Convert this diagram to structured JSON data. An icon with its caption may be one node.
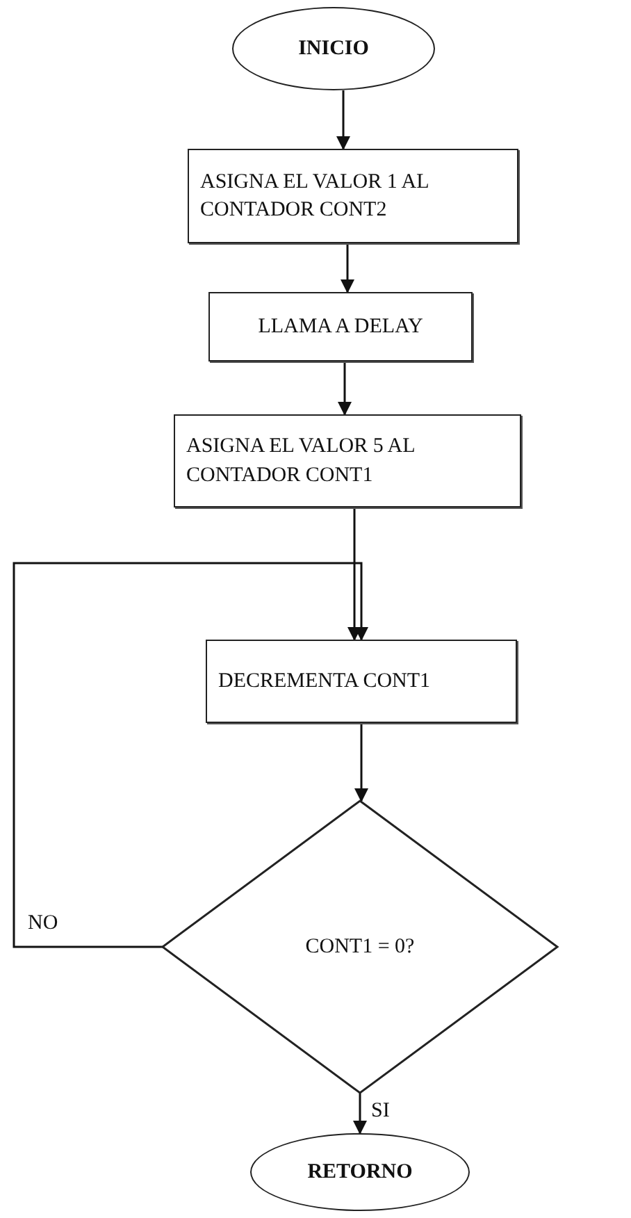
{
  "diagram": {
    "nodes": [
      {
        "text": [
          "INICIO"
        ]
      },
      {
        "text": [
          "ASIGNA EL VALOR 1 AL CONTADOR CONT2"
        ]
      },
      {
        "text": [
          "LLAMA A DELAY"
        ]
      },
      {
        "text": [
          "ASIGNA EL VALOR 5 AL CONTADOR CONT1"
        ]
      },
      {
        "text": [
          "DECREMENTA CONT1"
        ]
      },
      {
        "text": [
          "CONT1 = 0?"
        ]
      },
      {
        "text": [
          "RETORNO"
        ]
      }
    ],
    "edges": [
      {
        "from": 0,
        "to": 1,
        "arrow": "to"
      },
      {
        "from": 1,
        "to": 2,
        "arrow": "to"
      },
      {
        "from": 2,
        "to": 3,
        "arrow": "to"
      },
      {
        "from": 3,
        "to": 4,
        "arrow": "to"
      },
      {
        "from": 4,
        "to": 5,
        "arrow": "to"
      },
      {
        "from": 5,
        "to": 4,
        "arrow": "to",
        "label": "NO"
      },
      {
        "from": 5,
        "to": 6,
        "arrow": "to",
        "label": "SI"
      }
    ]
  }
}
